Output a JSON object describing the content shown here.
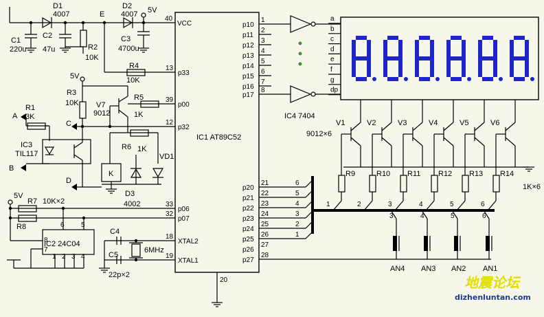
{
  "components": {
    "D1": {
      "ref": "D1",
      "value": "4007"
    },
    "D2": {
      "ref": "D2",
      "value": "4007"
    },
    "C1": {
      "ref": "C1",
      "value": "220u"
    },
    "C2": {
      "ref": "C2",
      "value": "47u"
    },
    "C3": {
      "ref": "C3",
      "value": "4700u"
    },
    "R1": {
      "ref": "R1",
      "value": "3K"
    },
    "R2": {
      "ref": "R2",
      "value": "10K"
    },
    "R3": {
      "ref": "R3",
      "value": "10K"
    },
    "R4": {
      "ref": "R4",
      "value": "10K"
    },
    "R5": {
      "ref": "R5",
      "value": "1K"
    },
    "R6": {
      "ref": "R6",
      "value": "1K"
    },
    "R7": {
      "ref": "R7"
    },
    "R8": {
      "ref": "R8"
    },
    "R78": "10K×2",
    "V7": {
      "ref": "V7",
      "value": "9012"
    },
    "D3": {
      "ref": "D3",
      "value": "4002"
    },
    "VD1": "VD1",
    "K": "K",
    "IC3": {
      "ref": "IC3",
      "value": "TIL117"
    },
    "IC2": "IC2 24C04",
    "C4": "C4",
    "C5": "C5",
    "C45": "22p×2",
    "crystal": "6MHz",
    "IC1": "IC1  AT89C52",
    "IC4": "IC4  7404",
    "drivers": "9012×6",
    "V": [
      "V1",
      "V2",
      "V3",
      "V4",
      "V5",
      "V6"
    ],
    "R": [
      "R9",
      "R10",
      "R11",
      "R12",
      "R13",
      "R14"
    ],
    "R_value": "1K×6",
    "AN": [
      "AN4",
      "AN3",
      "AN2",
      "AN1"
    ]
  },
  "nets": {
    "E": "E",
    "A": "A",
    "B": "B",
    "C": "C",
    "D": "D",
    "v5": "5V"
  },
  "ic1": {
    "vcc": "VCC",
    "vcc_pin": "40",
    "left_pins": [
      {
        "num": "13",
        "name": "p33"
      },
      {
        "num": "39",
        "name": "p00"
      },
      {
        "num": "12",
        "name": "p32"
      },
      {
        "num": "33",
        "name": "p06"
      },
      {
        "num": "32",
        "name": "p07"
      },
      {
        "num": "18",
        "name": "XTAL2"
      },
      {
        "num": "19",
        "name": "XTAL1"
      }
    ],
    "right_top": [
      {
        "num": "1",
        "name": "p10"
      },
      {
        "num": "2",
        "name": "p11"
      },
      {
        "num": "3",
        "name": "p12"
      },
      {
        "num": "4",
        "name": "p13"
      },
      {
        "num": "5",
        "name": "p14"
      },
      {
        "num": "6",
        "name": "p15"
      },
      {
        "num": "7",
        "name": "p16"
      },
      {
        "num": "8",
        "name": "p17"
      }
    ],
    "right_bottom": [
      {
        "num": "21",
        "name": "p20"
      },
      {
        "num": "22",
        "name": "p21"
      },
      {
        "num": "23",
        "name": "p22"
      },
      {
        "num": "24",
        "name": "p23"
      },
      {
        "num": "25",
        "name": "p24"
      },
      {
        "num": "26",
        "name": "p25"
      },
      {
        "num": "27",
        "name": "p26"
      },
      {
        "num": "28",
        "name": "p27"
      }
    ],
    "gnd_pin": "20"
  },
  "ic2_pins": {
    "p6": "6",
    "p5": "5",
    "p8": "8",
    "p7": "7",
    "p1": "1",
    "p2": "2",
    "p3": "3",
    "p4": "4"
  },
  "bus_in": [
    "6",
    "5",
    "4",
    "3",
    "2",
    "1"
  ],
  "bus_out": [
    "1",
    "2",
    "3",
    "4",
    "5",
    "6"
  ],
  "key_bus": [
    "3",
    "4",
    "5",
    "6"
  ],
  "seg_labels": [
    "a",
    "b",
    "c",
    "d",
    "e",
    "f",
    "g",
    "dp"
  ],
  "display_digits": 6,
  "watermark": {
    "cn": "地震论坛",
    "url": "dizhenluntan.com"
  },
  "colors": {
    "segment": "#1e26c8",
    "background": "#f7f6ea",
    "wire": "#000000",
    "watermark": "#e0e000"
  }
}
